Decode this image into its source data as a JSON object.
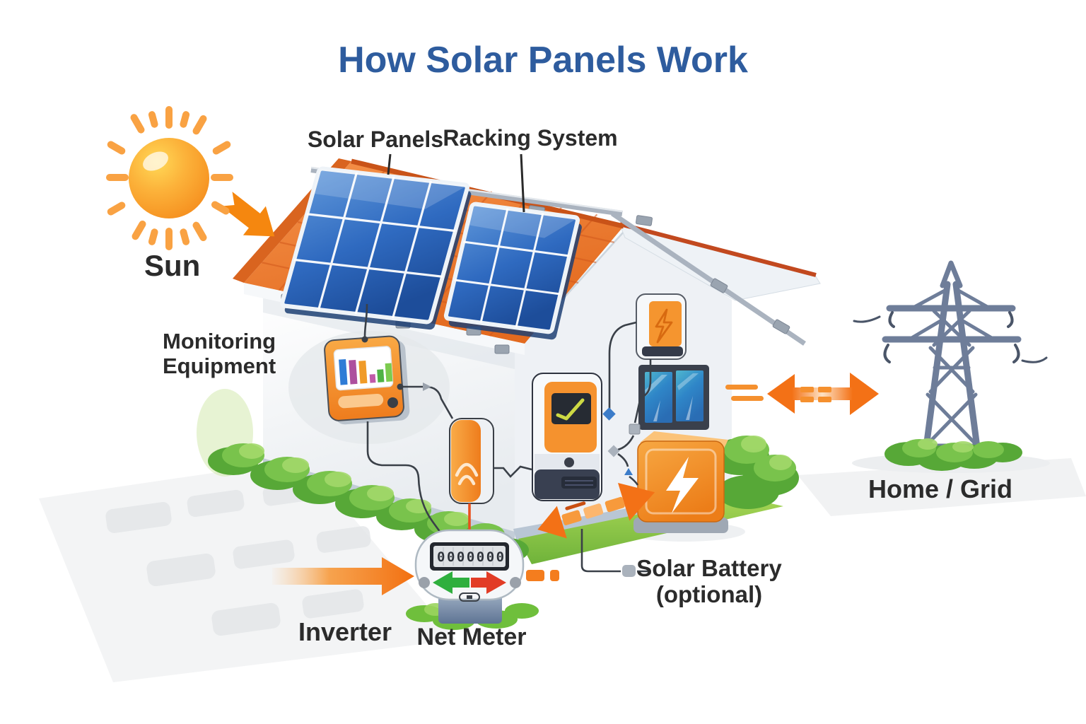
{
  "diagram": {
    "title": "How Solar Panels Work",
    "labels": {
      "sun": "Sun",
      "solar_panels": "Solar Panels",
      "racking_system": "Racking System",
      "monitoring": [
        "Monitoring",
        "Equipment"
      ],
      "inverter": "Inverter",
      "net_meter": "Net Meter",
      "solar_battery": [
        "Solar Battery",
        "(optional)"
      ],
      "home_grid": "Home / Grid"
    },
    "net_meter_display": "0000000",
    "palette": {
      "title_blue": "#2e5c9e",
      "label_dark": "#2b2b2b",
      "arrow_orange": "#f37116",
      "roof_orange": "#ee7a30",
      "panel_blue": "#2a62b8",
      "battery_orange": "#f08a28",
      "meter_green": "#2faf3e",
      "meter_red": "#e23c26",
      "pylon_gray": "#6e7d99",
      "bush_green": "#79c34c"
    }
  }
}
